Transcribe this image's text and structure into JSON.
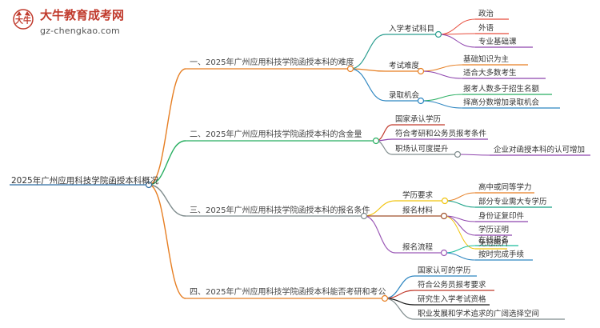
{
  "logo": {
    "title": "大牛教育成考网",
    "url": "gz-chengkao.com",
    "mark_text": "大牛"
  },
  "root": {
    "label": "2025年广州应用科技学院函授本科概况",
    "color": "#2e6da4"
  },
  "branches": [
    {
      "label": "一、2025年广州应用科技学院函授本科的难度",
      "color": "#e67e22",
      "children": [
        {
          "label": "入学考试科目",
          "color": "#2a9d8f",
          "children": [
            "政治",
            "外语",
            "专业基础课"
          ],
          "child_colors": [
            "#e74c3c",
            "#e74c3c",
            "#8e44ad"
          ]
        },
        {
          "label": "考试难度",
          "color": "#e67e22",
          "children": [
            "基础知识为主",
            "适合大多数考生"
          ],
          "child_colors": [
            "#e67e22",
            "#8e44ad"
          ]
        },
        {
          "label": "录取机会",
          "color": "#2e86c1",
          "children": [
            "报考人数多于招生名额",
            "择高分数增加录取机会"
          ],
          "child_colors": [
            "#27ae60",
            "#2e86c1"
          ]
        }
      ]
    },
    {
      "label": "二、2025年广州应用科技学院函授本科的含金量",
      "color": "#27ae60",
      "children": [
        {
          "label": "国家承认学历",
          "color": "#c0392b",
          "children": []
        },
        {
          "label": "符合考研和公务员报考条件",
          "color": "#8e44ad",
          "children": []
        },
        {
          "label": "职场认可度提升",
          "color": "#7f8c8d",
          "children": [
            "企业对函授本科的认可增加"
          ],
          "child_colors": [
            "#8e44ad"
          ]
        }
      ]
    },
    {
      "label": "三、2025年广州应用科技学院函授本科的报名条件",
      "color": "#7f8c8d",
      "children": [
        {
          "label": "学历要求",
          "color": "#f1c40f",
          "children": [
            "高中或同等学力",
            "部分专业需大专学历"
          ],
          "child_colors": [
            "#e67e22",
            "#16a085"
          ]
        },
        {
          "label": "报名材料",
          "color": "#a0522d",
          "children": [
            "身份证复印件",
            "学历证明",
            "免冠照片"
          ],
          "child_colors": [
            "#8e44ad",
            "#8e44ad",
            "#f1c40f"
          ]
        },
        {
          "label": "报名流程",
          "color": "#9b59b6",
          "children": [
            "在线报名",
            "按时完成手续"
          ],
          "child_colors": [
            "#1abc9c",
            "#2e86c1"
          ]
        }
      ]
    },
    {
      "label": "四、2025年广州应用科技学院函授本科能否考研和考公",
      "color": "#e67e22",
      "children": [
        {
          "label": "国家认可的学历",
          "color": "#2e86c1",
          "children": []
        },
        {
          "label": "符合公务员报考要求",
          "color": "#c0392b",
          "children": []
        },
        {
          "label": "研究生入学考试资格",
          "color": "#1a1a1a",
          "children": []
        },
        {
          "label": "职业发展和学术追求的广阔选择空间",
          "color": "#7f8c8d",
          "children": []
        }
      ]
    }
  ]
}
